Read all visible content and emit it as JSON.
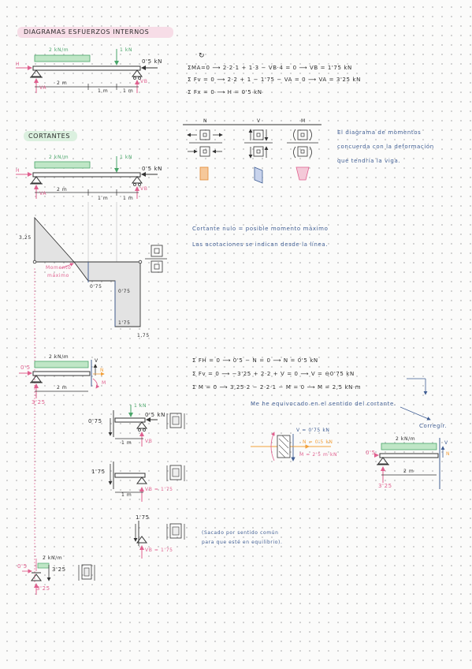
{
  "headings": {
    "main_title": "DIAGRAMAS ESFUERZOS INTERNOS",
    "section_cortantes": "CORTANTES"
  },
  "beam1": {
    "load": "2 kN/m",
    "point_load": "1 kN",
    "axial": "0'5 kN",
    "h_label": "H",
    "va_label": "VA",
    "vb_label": "VB",
    "dim_left": "2 m",
    "dim_mid": "1 m",
    "dim_right": "1 m"
  },
  "equations": {
    "eq1": "ΣMA=0 ⟶ 2·2·1 + 1·3 − VB·4 = 0 ⟶ VB = 1'75 kN",
    "eq2": "Σ Fv = 0 ⟶ 2·2 + 1 − 1'75 − VA = 0 ⟶ VA = 3'25 kN",
    "eq3": "Σ Fx = 0 ⟶ H = 0'5 kN"
  },
  "beam2": {
    "load": "2 kN/m",
    "point_load": "1 kN",
    "axial": "0'5 kN",
    "h_label": "H",
    "va_label": "VA",
    "vb_label": "VB",
    "dim_left": "2 m",
    "dim_mid": "1 m",
    "dim_right": "1 m"
  },
  "sign_convention": {
    "n_label": "N",
    "v_label": "V",
    "m_label": "M"
  },
  "note_deformation": {
    "line1": "El diagrama de momentos",
    "line2": "concuerda con la deformación",
    "line3": "que tendría la viga."
  },
  "shear_diagram": {
    "v_left": "3,25",
    "v_mid": "0'75",
    "v_mid2": "0'75",
    "v_right": "1'75",
    "v_end": "1,75",
    "max_moment_1": "Momento",
    "max_moment_2": "máximo"
  },
  "note_shear": {
    "line1": "Cortante nulo = posible momento máximo",
    "line2": "Las acotaciones se indican desde la línea."
  },
  "section1": {
    "load": "2 kN/m",
    "axial": "0'5",
    "reaction": "3'25",
    "dim": "2 m",
    "n_label": "N",
    "v_label": "V",
    "m_label": "M"
  },
  "section_equations": {
    "eq1": "Σ FH = 0 ⟶ 0'5 − N = 0 ⟶ N = 0'5 kN",
    "eq2": "Σ Fv = 0 ⟶ −3'25 + 2·2 + V = 0 ⟶ V = ⊖0'75 kN",
    "eq3": "Σ M = 0 ⟶ 3,25·2 − 2·2·1 − M = 0 ⟶ M = 2,5 kN·m"
  },
  "mistake_note": "Me he equivocado en el sentido del cortante.",
  "correct_label": "Corregir.",
  "corrected_element": {
    "v": "V = 0'75 kN",
    "n": "N = 0'5 kN",
    "m": "M = 2'5 m·kN"
  },
  "corrected_beam": {
    "load": "2 kN/m",
    "axial": "0'5",
    "reaction": "3'25",
    "dim": "2 m",
    "v_label": "V",
    "n_label": "N"
  },
  "segment_a": {
    "point_load": "1 kN",
    "axial": "0'5 kN",
    "shear": "0'75",
    "dim": "1 m",
    "vb_label": "VB"
  },
  "segment_b": {
    "shear": "1'75",
    "dim": "1 m",
    "vb_label": "VB = 1'75"
  },
  "segment_c": {
    "shear": "1'75",
    "vb_label": "VB = 1'75",
    "note_line1": "(Sacado por sentido común",
    "note_line2": "para que esté en equilibrio)."
  },
  "segment_d": {
    "load": "2 kN/m",
    "axial": "0'5",
    "shear": "3'25",
    "reaction": "3'25"
  },
  "colors": {
    "pink": "#e0608f",
    "green": "#4aa66a",
    "blue": "#3f5d93",
    "highlight_pink": "#f7dde7",
    "highlight_green": "#dbf0df",
    "load_fill": "#bfe6c6",
    "orange": "#f2a03a"
  }
}
